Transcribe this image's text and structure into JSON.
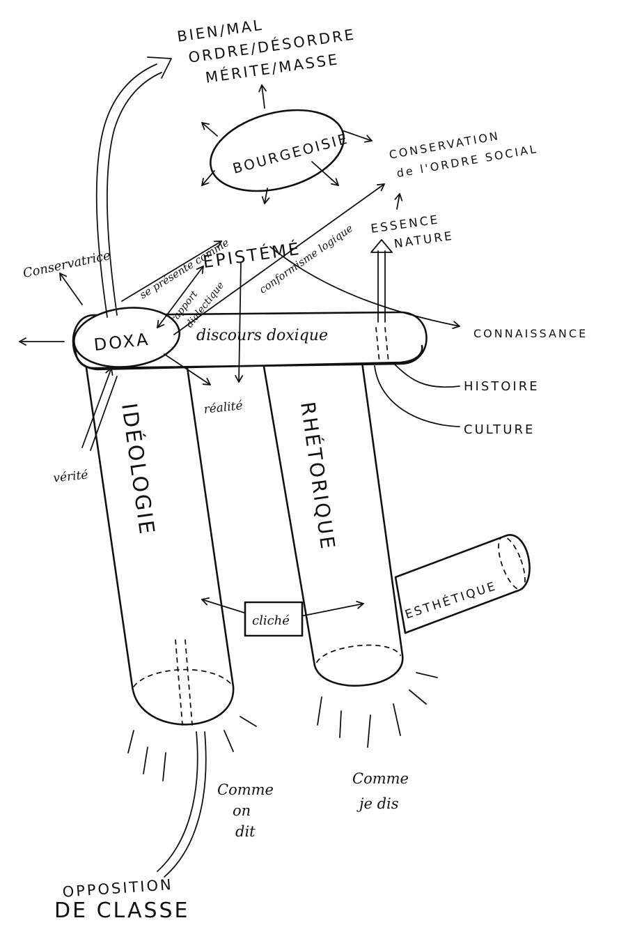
{
  "top_values": [
    "BIEN/MAL",
    "ORDRE/DÉSORDRE",
    "MÉRITE/MASSE"
  ],
  "bourgeoisie": "BOURGEOISIE",
  "conservation": [
    "CONSERVATION",
    "de l'ORDRE SOCIAL"
  ],
  "essence_nature": [
    "ESSENCE",
    "NATURE"
  ],
  "episteme": "ÉPISTÉMÉ",
  "se_presente_comme": "se présente comme",
  "conservatrice": "Conservatrice",
  "rapport_dialectique": [
    "rapport",
    "dialectique"
  ],
  "conformisme_logique": "conformisme logique",
  "doxa": "DOXA",
  "discours_doxique": "discours doxique",
  "connaissance": "CONNAISSANCE",
  "histoire": "HISTOIRE",
  "culture": "CULTURE",
  "realite": "réalité",
  "verite": "vérité",
  "ideologie": "IDÉOLOGIE",
  "rhetorique": "RHÉTORIQUE",
  "esthetique": "ESTHÉTIQUE",
  "cliche": "cliché",
  "comme_on_dit": [
    "Comme",
    "on",
    "dit"
  ],
  "comme_je_dis": [
    "Comme",
    "je dis"
  ],
  "opposition": [
    "OPPOSITION",
    "DE CLASSE"
  ]
}
